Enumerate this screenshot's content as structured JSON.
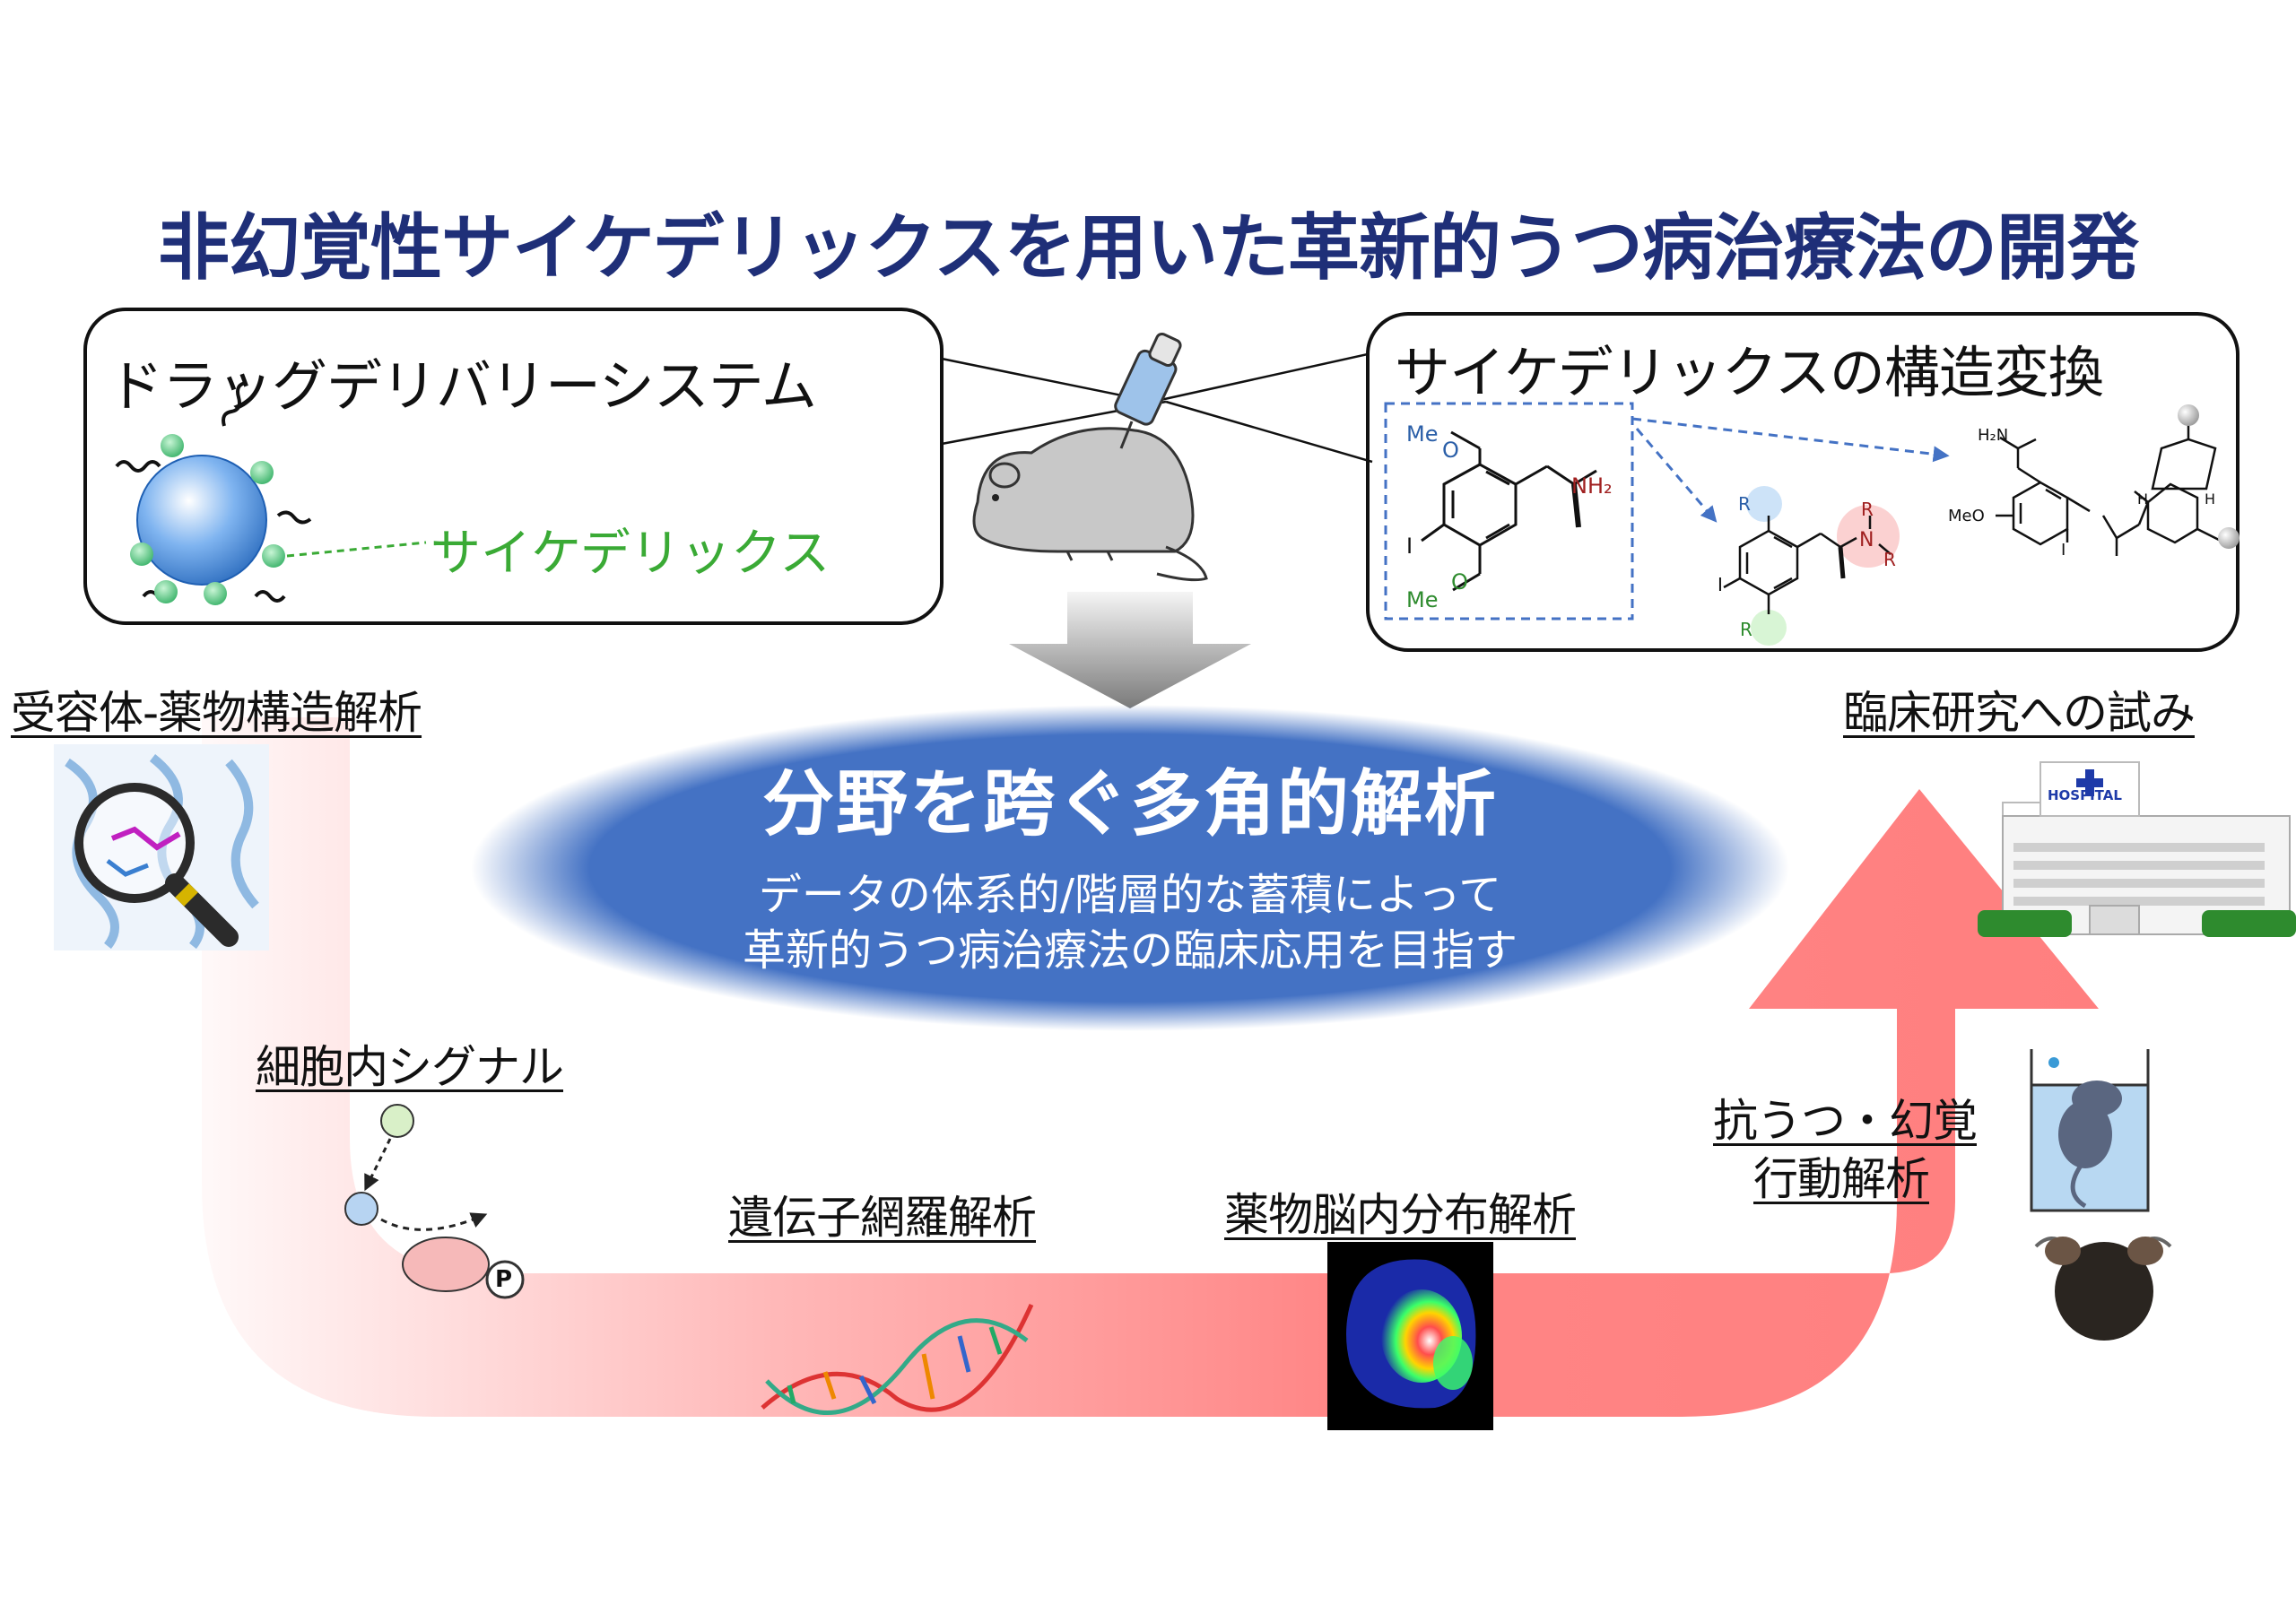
{
  "title": "非幻覚性サイケデリックスを用いた革新的うつ病治療法の開発",
  "drug_delivery": {
    "heading": "ドラッグデリバリーシステム",
    "cargo_label": "サイケデリックス"
  },
  "structure": {
    "heading": "サイケデリックスの構造変換",
    "labels": {
      "me_top": "Me",
      "o_top": "O",
      "nh2": "NH₂",
      "iodo": "I",
      "me_bottom": "Me",
      "o_bottom": "O",
      "r_o_top": "R",
      "r_o_bottom": "R",
      "r_n_top": "R",
      "n": "N",
      "r_n_right": "R",
      "h2n": "H₂N",
      "meo": "MeO",
      "h1": "H",
      "h2": "H"
    }
  },
  "center": {
    "main": "分野を跨ぐ多角的解析",
    "sub1": "データの体系的/階層的な蓄積によって",
    "sub2": "革新的うつ病治療法の臨床応用を目指す"
  },
  "sections": {
    "receptor": "受容体-薬物構造解析",
    "signal": "細胞内シグナル",
    "gene": "遺伝子網羅解析",
    "brain": "薬物脳内分布解析",
    "behavior1": "抗うつ・幻覚",
    "behavior2": "行動解析",
    "clinical": "臨床研究への試み"
  },
  "hospital": {
    "sign": "HOSPITAL"
  },
  "signal_diagram": {
    "phospho": "P"
  },
  "colors": {
    "title": "#1f2f78",
    "ellipse": "#4472c4",
    "arrow": "#ff7f7f",
    "green": "#3aaa35"
  }
}
